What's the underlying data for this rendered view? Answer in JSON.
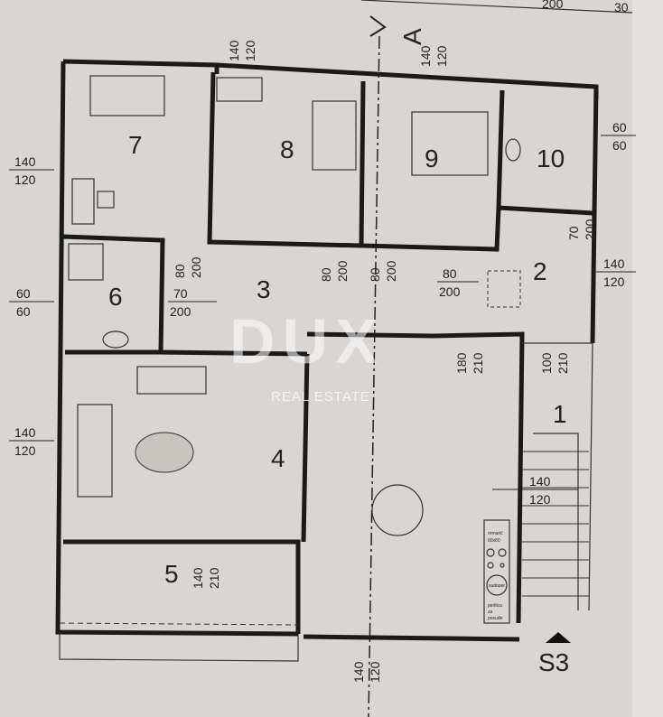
{
  "rooms": [
    "1",
    "2",
    "3",
    "4",
    "5",
    "6",
    "7",
    "8",
    "9",
    "10"
  ],
  "section_marker": "A",
  "section_ref": "S3",
  "top_dims": {
    "a": "200",
    "b": "30"
  },
  "openings": {
    "top_room8": {
      "w": "140",
      "h": "120"
    },
    "top_room9": {
      "w": "140",
      "h": "120"
    },
    "left_room7": {
      "w": "140",
      "h": "120"
    },
    "left_room6": {
      "w": "60",
      "h": "60"
    },
    "left_room4": {
      "w": "140",
      "h": "120"
    },
    "right_room10": {
      "w": "60",
      "h": "60"
    },
    "door_room10": {
      "w": "70",
      "h": "200"
    },
    "right_room2": {
      "w": "140",
      "h": "120"
    },
    "door_room7": {
      "w": "80",
      "h": "200"
    },
    "door_room8": {
      "w": "80",
      "h": "200"
    },
    "door_room9": {
      "w": "80",
      "h": "200"
    },
    "door_hall": {
      "w": "80",
      "h": "200"
    },
    "door_room6": {
      "w": "70",
      "h": "200"
    },
    "door_living": {
      "w": "180",
      "h": "210"
    },
    "door_entry": {
      "w": "100",
      "h": "210"
    },
    "kitchen_window": {
      "w": "140",
      "h": "120"
    },
    "terrace_door": {
      "w": "140",
      "h": "210"
    },
    "bottom_window": {
      "w": "140",
      "h": "120"
    }
  },
  "kitchen": {
    "cabinet": "ormarić",
    "cabinet_size": "60x60",
    "sink": "sudoper",
    "dishwasher1": "perilica",
    "dishwasher2": "za",
    "dishwasher3": "posuđe"
  },
  "watermark": {
    "brand": "DUX",
    "tagline": "REAL ESTATE"
  },
  "colors": {
    "paper": "#d8d5d2",
    "walls": "#1a1a1a"
  }
}
